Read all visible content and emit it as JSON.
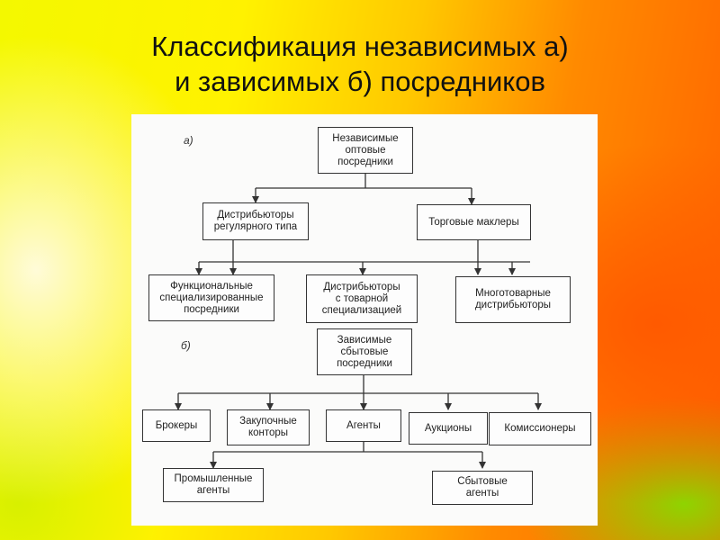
{
  "title": {
    "line1": "Классификация независимых а)",
    "line2": "и зависимых б) посредников"
  },
  "diagram_a": {
    "label": "а)",
    "root": "Независимые\nоптовые\nпосредники",
    "level1": [
      "Дистрибьюторы\nрегулярного типа",
      "Торговые маклеры"
    ],
    "level2": [
      "Функциональные\nспециализированные\nпосредники",
      "Дистрибьюторы\nс товарной\nспециализацией",
      "Многотоварные\nдистрибьюторы"
    ]
  },
  "diagram_b": {
    "label": "б)",
    "root": "Зависимые\nсбытовые\nпосредники",
    "level1": [
      "Брокеры",
      "Закупочные\nконторы",
      "Агенты",
      "Аукционы",
      "Комиссионеры"
    ],
    "level2": [
      "Промышленные\nагенты",
      "Сбытовые\nагенты"
    ]
  }
}
